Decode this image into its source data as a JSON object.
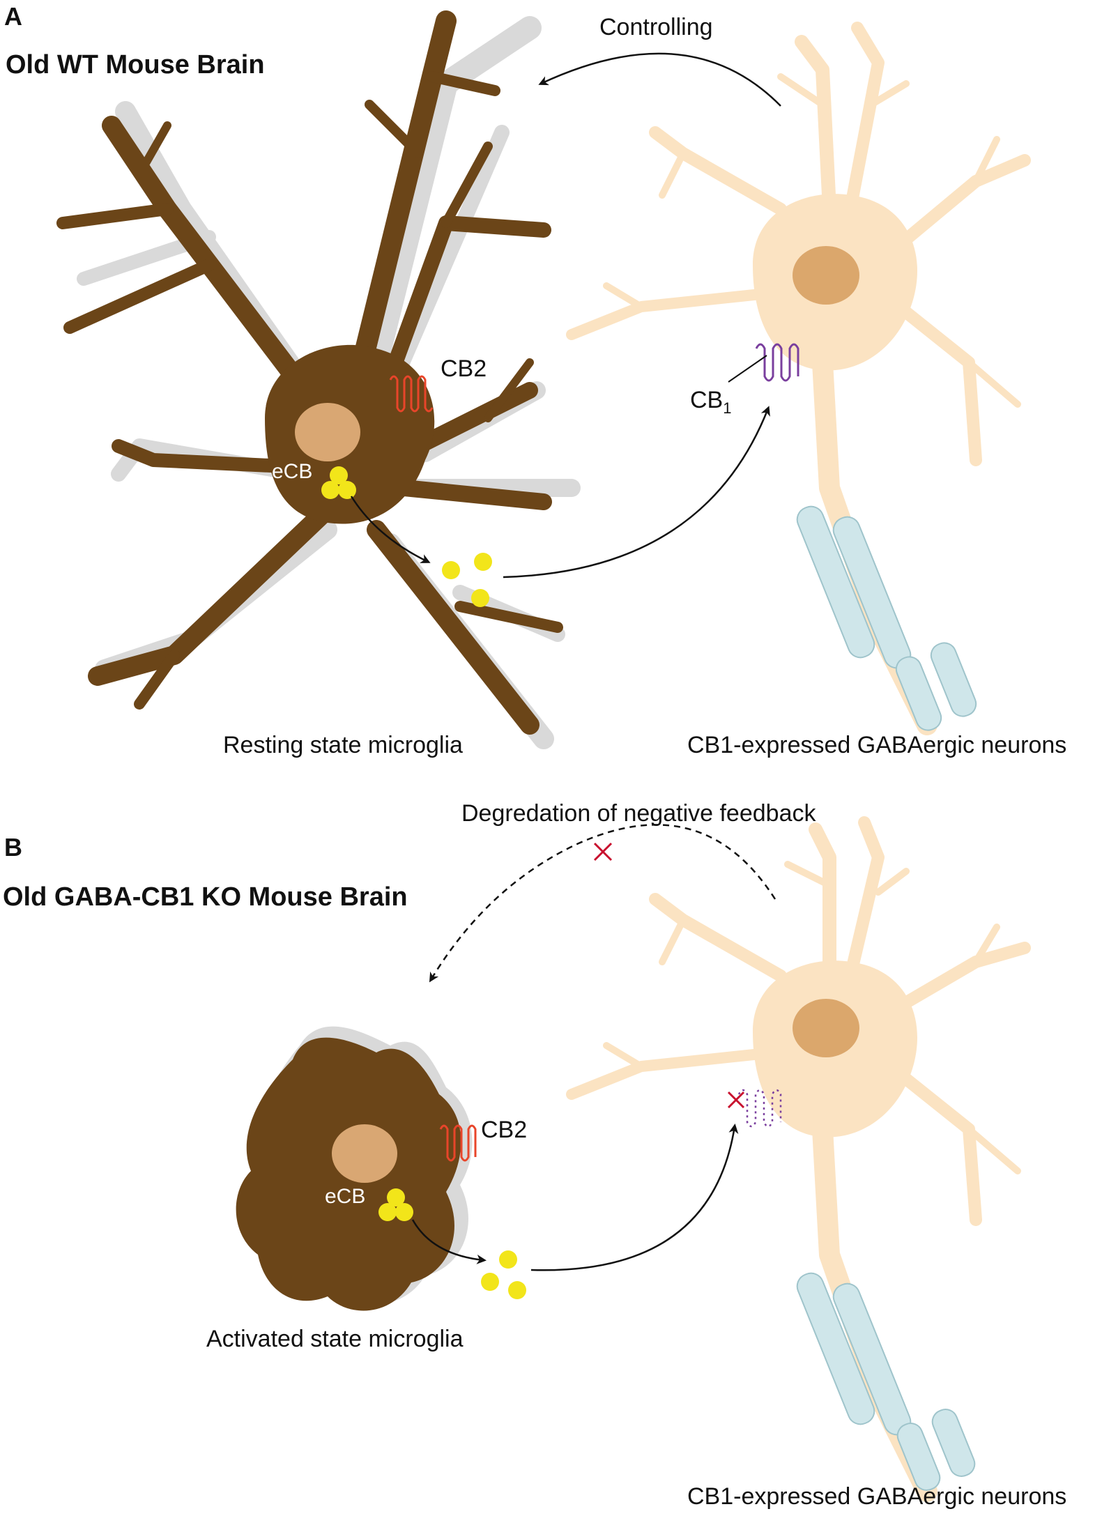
{
  "panel_a": {
    "letter": "A",
    "title": "Old WT Mouse Brain",
    "arrow_label": "Controlling",
    "cb2_label": "CB2",
    "cb1_label": "CB",
    "cb1_subscript": "1",
    "ecb_label": "eCB",
    "microglia_label": "Resting state microglia",
    "neuron_label": "CB1-expressed GABAergic neurons"
  },
  "panel_b": {
    "letter": "B",
    "title": "Old GABA-CB1 KO Mouse Brain",
    "arrow_label": "Degredation of negative feedback",
    "cb2_label": "CB2",
    "ecb_label": "eCB",
    "microglia_label": "Activated state microglia",
    "neuron_label": "CB1-expressed GABAergic neurons"
  },
  "colors": {
    "microglia": "#6b4518",
    "microglia_shadow": "#d9d9d9",
    "nucleus_microglia": "#d9a773",
    "neuron": "#fbe3c2",
    "neuron_nucleus": "#dba76c",
    "myelin": "#cfe6ea",
    "ecb": "#f2e51a",
    "cb2_receptor": "#e8452a",
    "cb1_receptor": "#7a3f9e",
    "block_x": "#c8102e"
  }
}
